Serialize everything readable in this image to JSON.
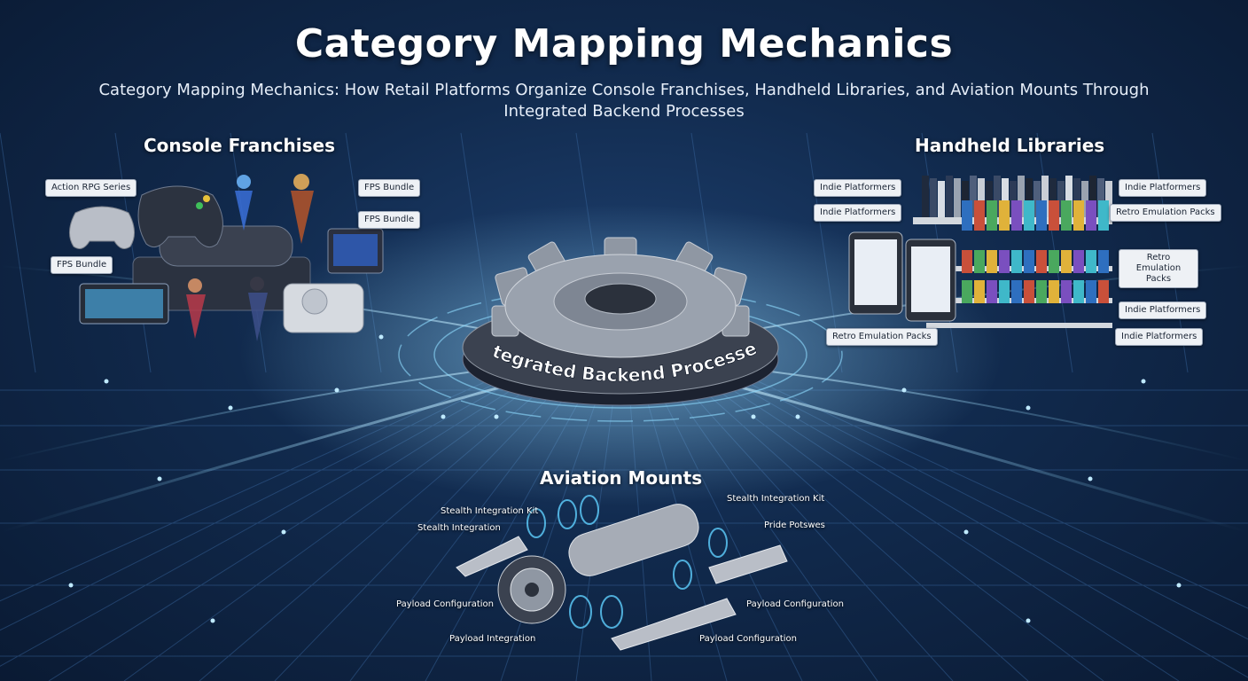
{
  "header": {
    "title": "Category Mapping Mechanics",
    "subtitle": "Category Mapping Mechanics: How Retail Platforms Organize Console Franchises, Handheld Libraries, and Aviation Mounts Through Integrated Backend Processes"
  },
  "console": {
    "title": "Console Franchises",
    "tags": [
      "Action RPG Series",
      "FPS Bundle",
      "FPS Bundle",
      "FPS Bundle"
    ]
  },
  "handheld": {
    "title": "Handheld Libraries",
    "tags": [
      "Indie Platformers",
      "Indie Platformers",
      "Indie Platformers",
      "Retro Emulation Packs",
      "Retro Emulation Packs",
      "Indie Platformers",
      "Indie Platformers",
      "Retro Emulation Packs"
    ]
  },
  "hub": {
    "label": "Integrated Backend Processes"
  },
  "aviation": {
    "title": "Aviation Mounts",
    "labels": [
      "Stealth Integration Kit",
      "Stealth Integration",
      "Stealth Integration Kit",
      "Pride Potswes",
      "Payload Configuration",
      "Payload Configuration",
      "Payload Integration",
      "Payload Configuration"
    ]
  },
  "colors": {
    "background": "#112a4d",
    "glow": "#7fd4ff",
    "tag_bg": "#eef1f5",
    "gear": "#8f97a3"
  }
}
